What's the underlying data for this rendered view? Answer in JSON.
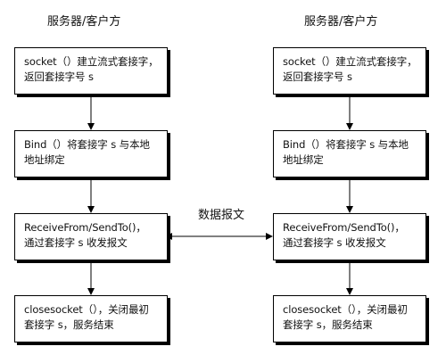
{
  "diagram": {
    "left_column": {
      "title": "服务器/客户方",
      "steps": [
        {
          "line1": "socket（）建立流式套接字，",
          "line2": "返回套接字号 s"
        },
        {
          "line1": "Bind（）将套接字 s 与本地",
          "line2": "地址绑定"
        },
        {
          "line1": "ReceiveFrom/SendTo()，",
          "line2": "通过套接字 s 收发报文"
        },
        {
          "line1": "closesocket（），关闭最初",
          "line2": "套接字 s，服务结束"
        }
      ]
    },
    "right_column": {
      "title": "服务器/客户方",
      "steps": [
        {
          "line1": "socket（）建立流式套接字，",
          "line2": "返回套接字号 s"
        },
        {
          "line1": "Bind（）将套接字 s 与本地",
          "line2": "地址绑定"
        },
        {
          "line1": "ReceiveFrom/SendTo()，",
          "line2": "通过套接字 s 收发报文"
        },
        {
          "line1": "closesocket（），关闭最初",
          "line2": "套接字 s，服务结束"
        }
      ]
    },
    "message_label": "数据报文",
    "colors": {
      "line": "#000000",
      "box_border": "#000000",
      "box_shadow": "#000000",
      "background": "#ffffff"
    }
  }
}
